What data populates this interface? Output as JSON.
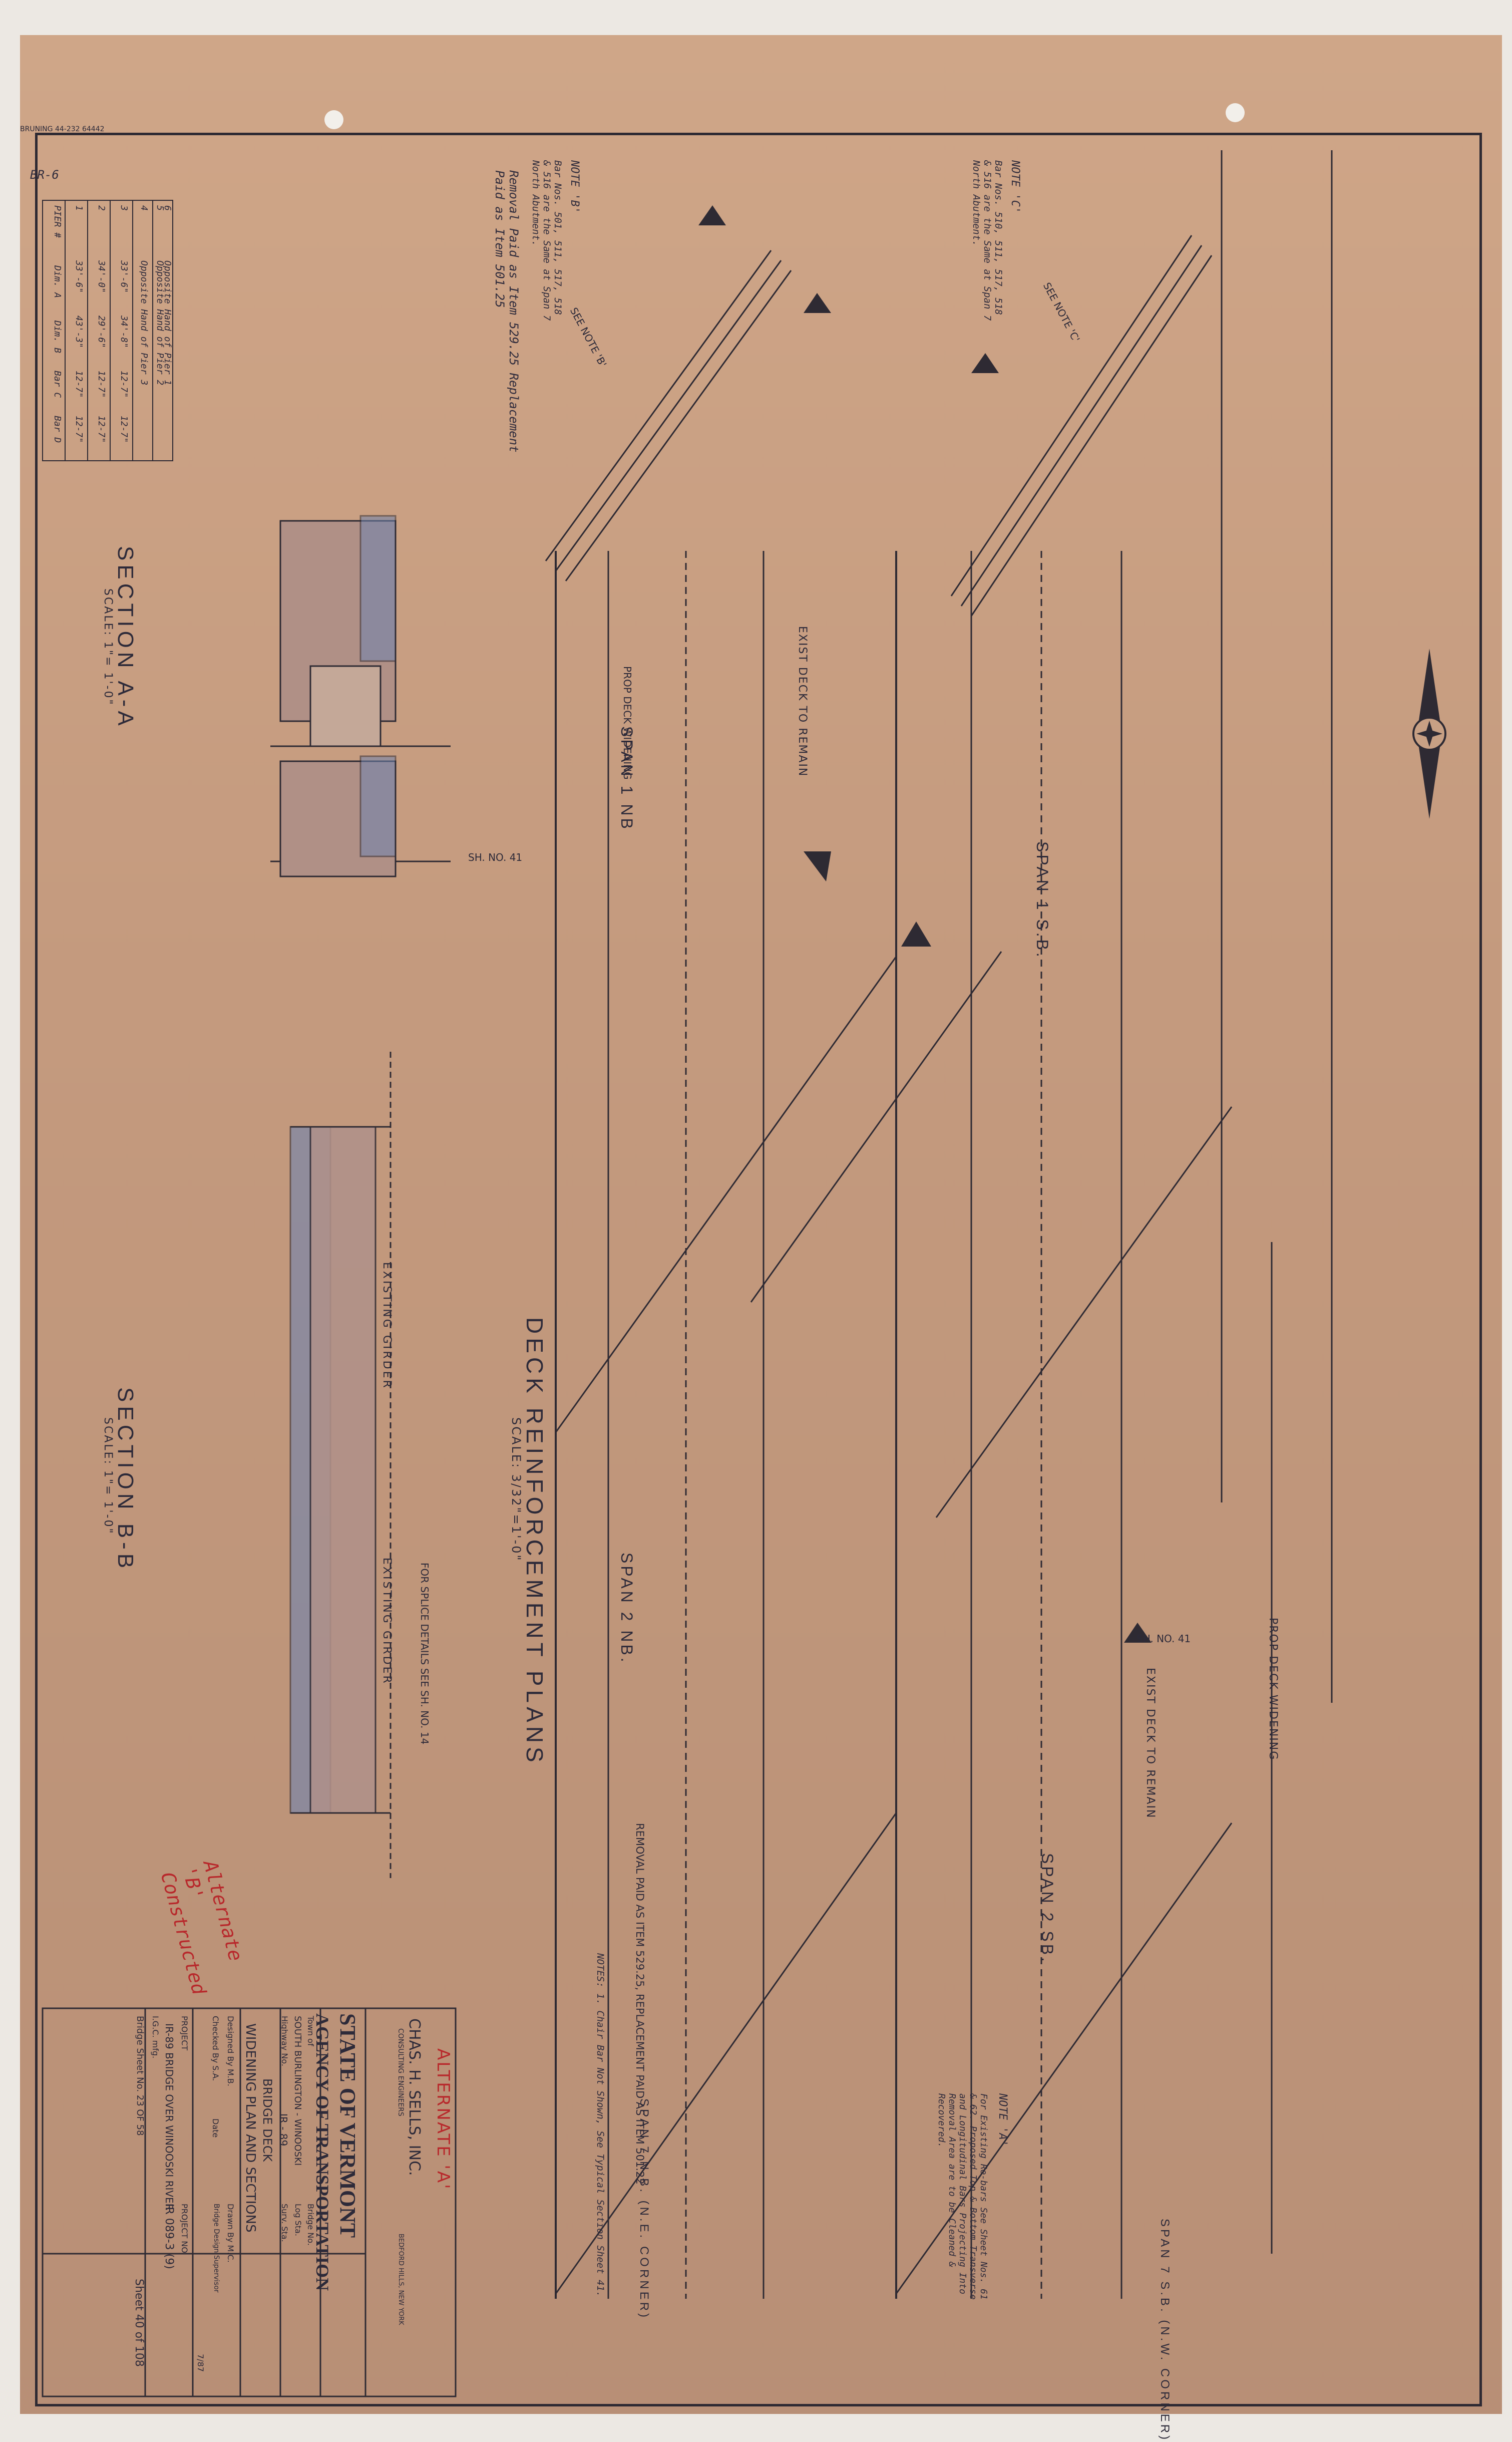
{
  "stamp_top": "BRUNING 44-232 64442",
  "sheet_corner": "BR-6",
  "drawing_title": "DECK REINFORCEMENT PLANS",
  "drawing_scale": "SCALE: 3/32\"=1'-0\"",
  "section_aa": {
    "title": "SECTION A-A",
    "scale": "SCALE: 1\"= 1'-0\""
  },
  "section_bb": {
    "title": "SECTION B-B",
    "scale": "SCALE: 1\"= 1'-0\""
  },
  "spans": {
    "span1nb": "SPAN 1 NB",
    "span2nb": "SPAN 2 NB.",
    "span7nb": "SPAN 7 N.B. (N.E. CORNER)",
    "span1sb": "SPAN 1 S.B.",
    "span2sb": "SPAN 2 SB.",
    "span7sb": "SPAN 7 S.B. (N.W. CORNER)"
  },
  "labels": {
    "exist_deck_1": "EXIST DECK TO REMAIN",
    "exist_deck_2": "EXIST DECK TO REMAIN",
    "prop_deck_1": "PROP DECK WIDENING",
    "prop_deck_2": "PROP DECK WIDENING",
    "existing_girder_1": "EXISTING GIRDER",
    "existing_girder_2": "EXISTING GIRDER",
    "splice": "FOR SPLICE DETAILS SEE SH. NO. 14",
    "sh41_a": "SH. NO. 41",
    "sh41_b": "SH. NO. 41",
    "see_note_b": "SEE NOTE 'B'",
    "see_note_c": "SEE NOTE 'C'",
    "removal_note": "REMOVAL PAID AS ITEM 529.25, REPLACEMENT PAID AS ITEM 501.22",
    "alternate_b": "Alternate 'B' Constructed"
  },
  "notes": {
    "note_b_title": "NOTE 'B'",
    "note_b_text": "Bar Nos. 501, 511, 517, 518 & 516 are the Same at Span 7 North Abutment.",
    "note_c_title": "NOTE 'C'",
    "note_c_text": "Bar Nos. 510, 511, 517, 518 & 516 are the Same at Span 7 North Abutment.",
    "note_a_title": "NOTE 'A'",
    "note_a_text": "For Existing Re-bars See Sheet Nos. 61 & 62. Proposed Top & Bottom Transverse and Longitudinal Bars Projecting Into Removal Area are to be Cleaned & Recovered.",
    "removal_hand": "Removal Paid as Item 529.25 Replacement Paid as Item 501.25",
    "notes_1": "NOTES: 1. Chair Bar Not Shown, See Typical Section Sheet 41."
  },
  "bar_table": {
    "headers": [
      "PIER #",
      "Dim. A",
      "Dim. B",
      "Bar C",
      "Bar D"
    ],
    "rows": [
      [
        "1",
        "33'-6\"",
        "43'-3\"",
        "12-7\"",
        "12-7\""
      ],
      [
        "2",
        "34'-0\"",
        "29'-6\"",
        "12-7\"",
        "12-7\""
      ],
      [
        "3",
        "33'-6\"",
        "34'-8\"",
        "12-7\"",
        "12-7\""
      ],
      [
        "4",
        "Opposite Hand of Pier 3",
        "",
        "",
        ""
      ],
      [
        "5",
        "Opposite Hand of Pier 2",
        "",
        "",
        ""
      ],
      [
        "6",
        "Opposite Hand of Pier 1",
        "",
        "",
        ""
      ]
    ]
  },
  "title_block": {
    "alternate": "ALTERNATE 'A'",
    "consultant": "CHAS. H. SELLS, INC.",
    "consultant_sub": "CONSULTING ENGINEERS",
    "consultant_city": "BEDFORD HILLS, NEW YORK",
    "state": "STATE OF VERMONT",
    "agency": "AGENCY OF TRANSPORTATION",
    "town_label": "Town of",
    "town": "SOUTH BURLINGTON - WINOOSKI",
    "highway_label": "Highway No.",
    "highway": "IR - 89",
    "bridge_no_label": "Bridge No.",
    "log_sta_label": "Log Sta.",
    "surv_sta_label": "Surv. Sta.",
    "subject": "BRIDGE DECK",
    "subtitle": "WIDENING PLAN AND SECTIONS",
    "designed": "Designed By M.B.",
    "checked": "Checked By S.A.",
    "drawn": "Drawn By M.C.",
    "date_label": "Date",
    "date_value": "7/87",
    "engineer": "Bridge Design Supervisor",
    "project_label": "PROJECT",
    "project": "IR-89 BRIDGE OVER WINOOSKI RIVER",
    "project_no_label": "PROJECT NO.",
    "project_no": "IR 089-3 (9)",
    "fmn": "I.G.C. mfg.",
    "bridge_sheet": "Bridge Sheet No. 23 OF 58",
    "sheet": "Sheet 40 of 108"
  },
  "colors": {
    "paper": "#c89f82",
    "ink": "#2e2a33",
    "hatch_blue": "#6f84b0",
    "red": "#b8292c"
  }
}
